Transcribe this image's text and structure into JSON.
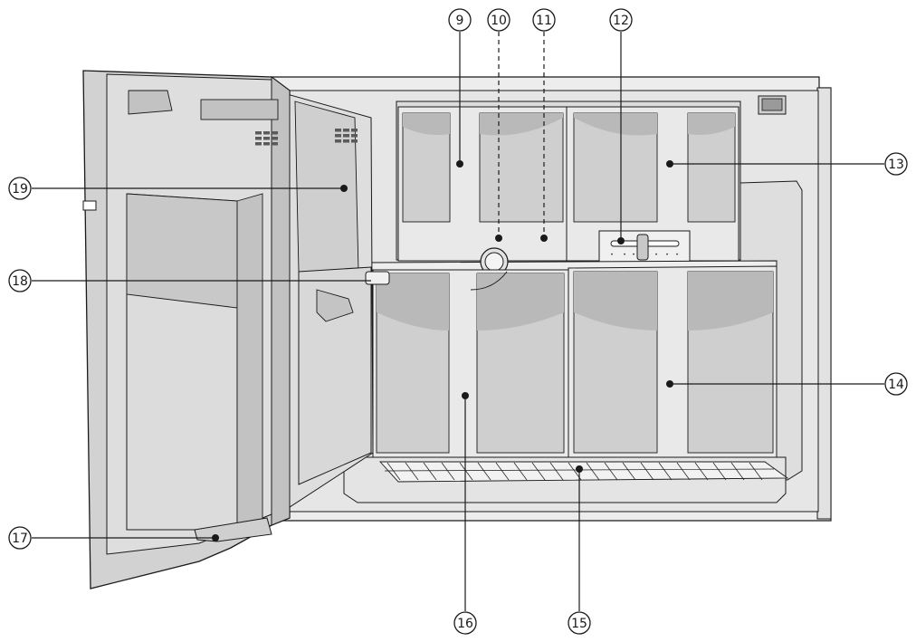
{
  "diagram": {
    "colors": {
      "line": "#1a1a1a",
      "cabinet": "#ededed",
      "panel": "#dcdcdc",
      "drawer": "#cfcfcf",
      "shade": "#b9b9b9",
      "door": "#d2d2d2",
      "door_dark": "#c2c2c2",
      "highlight": "#f3f3f3"
    },
    "callouts": [
      {
        "label": "9"
      },
      {
        "label": "10"
      },
      {
        "label": "11"
      },
      {
        "label": "12"
      },
      {
        "label": "13"
      },
      {
        "label": "14"
      },
      {
        "label": "15"
      },
      {
        "label": "16"
      },
      {
        "label": "17"
      },
      {
        "label": "18"
      },
      {
        "label": "19"
      }
    ],
    "slider_ticks": [
      "•",
      "•",
      "•",
      "•",
      "•",
      "•"
    ]
  }
}
